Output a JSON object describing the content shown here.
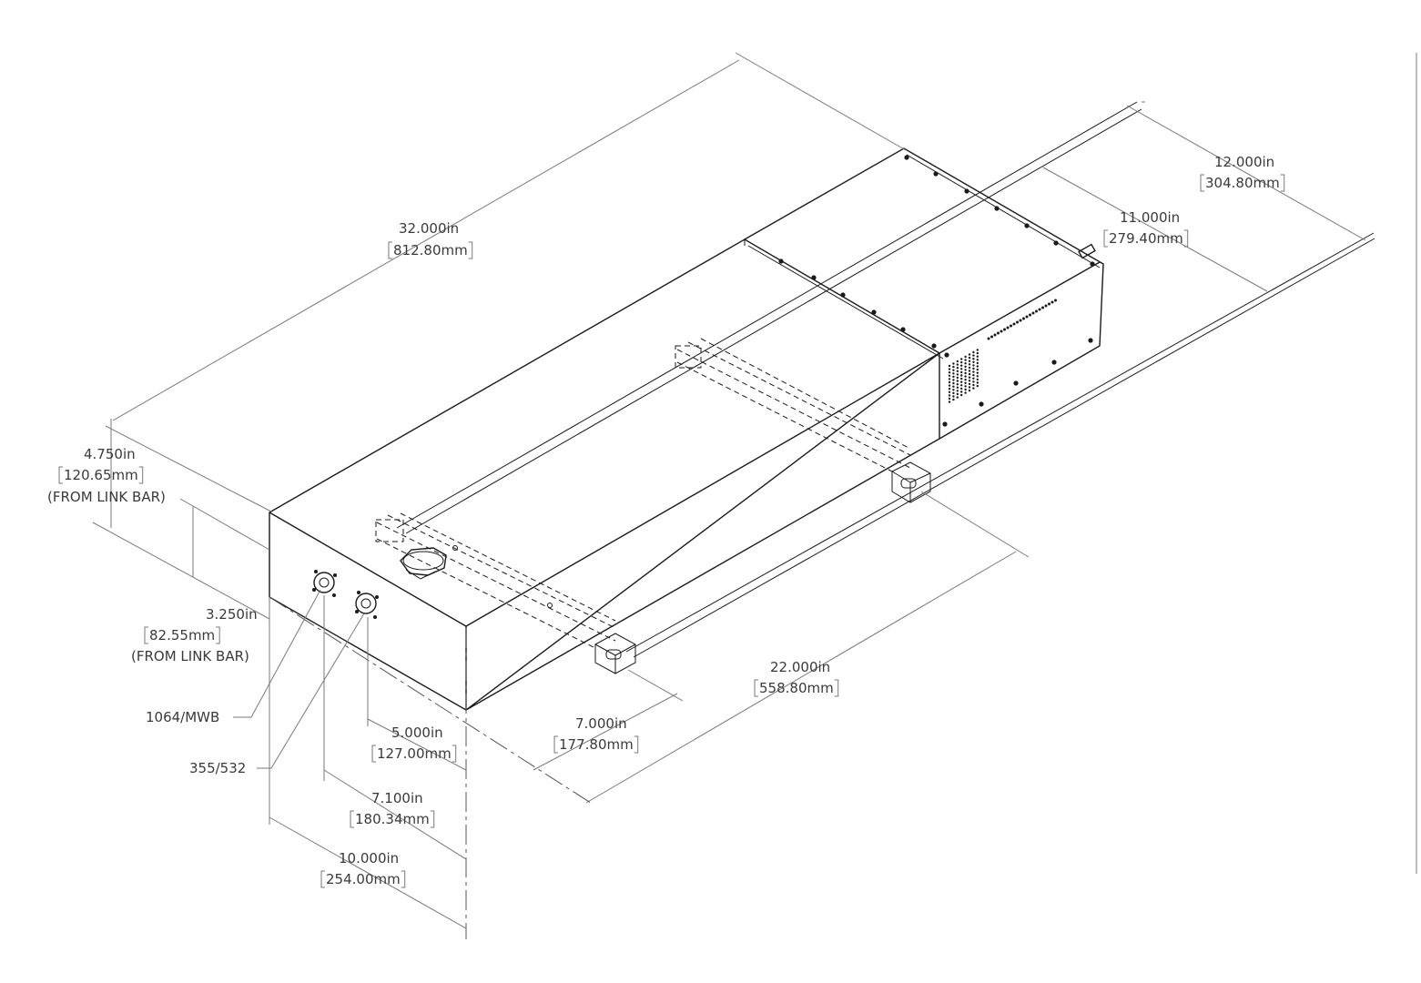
{
  "dimensions": {
    "overall_length": {
      "in": "32.000in",
      "mm": "812.80mm"
    },
    "rail_outer_width": {
      "in": "12.000in",
      "mm": "304.80mm"
    },
    "rail_inner_width": {
      "in": "11.000in",
      "mm": "279.40mm"
    },
    "height_top": {
      "in": "4.750in",
      "mm": "120.65mm",
      "note": "(FROM LINK BAR)"
    },
    "height_port": {
      "in": "3.250in",
      "mm": "82.55mm",
      "note": "(FROM LINK BAR)"
    },
    "rail_length": {
      "in": "22.000in",
      "mm": "558.80mm"
    },
    "front_to_bar": {
      "in": "7.000in",
      "mm": "177.80mm"
    },
    "port_offset_a": {
      "in": "5.000in",
      "mm": "127.00mm"
    },
    "port_offset_b": {
      "in": "7.100in",
      "mm": "180.34mm"
    },
    "front_width": {
      "in": "10.000in",
      "mm": "254.00mm"
    }
  },
  "ports": {
    "port_1_label": "1064/MWB",
    "port_2_label": "355/532"
  }
}
